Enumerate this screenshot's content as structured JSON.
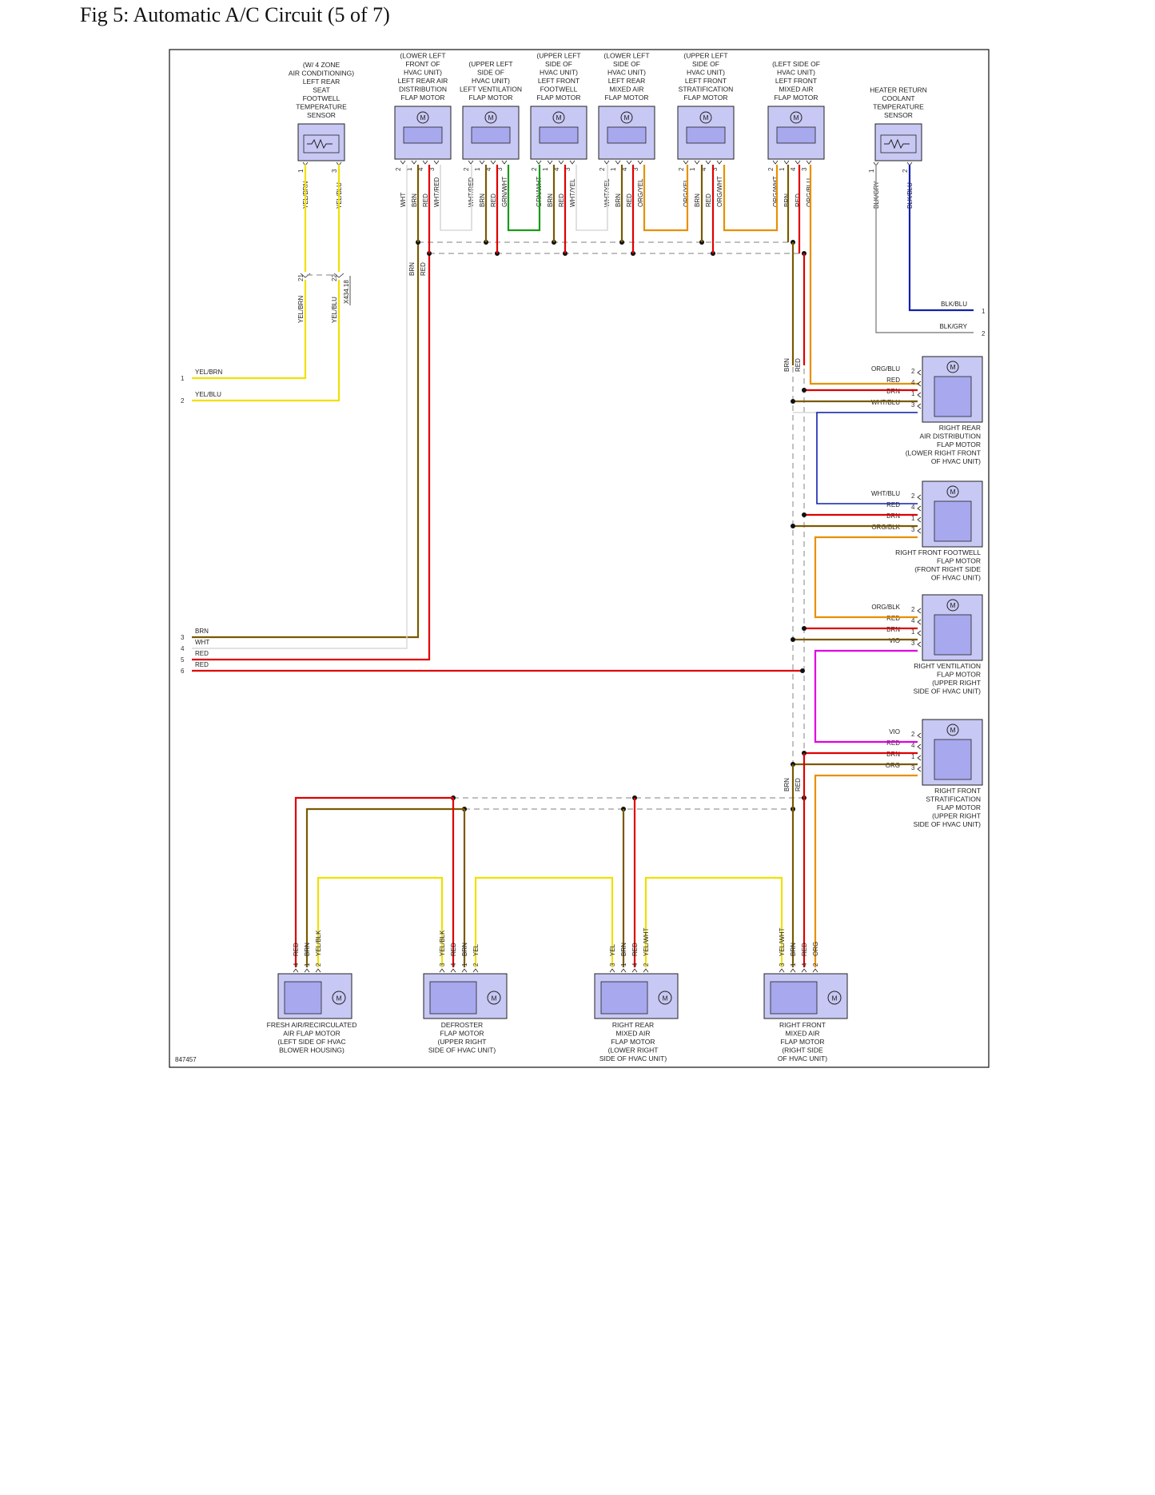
{
  "title": "Fig 5: Automatic A/C Circuit (5 of 7)",
  "figure_id": "847457",
  "connector_label": "X434.18",
  "colors": {
    "RED": "#e00000",
    "BRN": "#7a5a00",
    "WHT": "#d8d8d8",
    "YEL": "#f0e000",
    "GRN": "#1a9a1a",
    "ORG": "#e89000",
    "VIO": "#e000e0",
    "BLU": "#1020b0",
    "BLK": "#111111",
    "GRY": "#888888",
    "motor_fill": "#c8c8f4",
    "motor_fill_dark": "#a8a8ee"
  },
  "top_components": [
    {
      "lines": [
        "(W/ 4 ZONE",
        "AIR CONDITIONING)",
        "LEFT REAR",
        "SEAT",
        "FOOTWELL",
        "TEMPERATURE",
        "SENSOR"
      ],
      "kind": "sensor",
      "pins": [
        [
          "1",
          "YEL/BRN"
        ],
        [
          "3",
          "YEL/BLU"
        ]
      ]
    },
    {
      "lines": [
        "(LOWER LEFT",
        "FRONT OF",
        "HVAC UNIT)",
        "LEFT REAR AIR",
        "DISTRIBUTION",
        "FLAP MOTOR"
      ],
      "kind": "motor",
      "pins": [
        [
          "2",
          "WHT"
        ],
        [
          "1",
          "BRN"
        ],
        [
          "4",
          "RED"
        ],
        [
          "3",
          "WHT/RED"
        ]
      ]
    },
    {
      "lines": [
        "(UPPER LEFT",
        "SIDE OF",
        "HVAC UNIT)",
        "LEFT VENTILATION",
        "FLAP MOTOR"
      ],
      "kind": "motor",
      "pins": [
        [
          "2",
          "WHT/RED"
        ],
        [
          "1",
          "BRN"
        ],
        [
          "4",
          "RED"
        ],
        [
          "3",
          "GRN/WHT"
        ]
      ]
    },
    {
      "lines": [
        "(UPPER LEFT",
        "SIDE OF",
        "HVAC UNIT)",
        "LEFT FRONT",
        "FOOTWELL",
        "FLAP MOTOR"
      ],
      "kind": "motor",
      "pins": [
        [
          "2",
          "GRN/WHT"
        ],
        [
          "1",
          "BRN"
        ],
        [
          "4",
          "RED"
        ],
        [
          "3",
          "WHT/YEL"
        ]
      ]
    },
    {
      "lines": [
        "(LOWER LEFT",
        "SIDE OF",
        "HVAC UNIT)",
        "LEFT REAR",
        "MIXED AIR",
        "FLAP MOTOR"
      ],
      "kind": "motor",
      "pins": [
        [
          "2",
          "WHT/YEL"
        ],
        [
          "1",
          "BRN"
        ],
        [
          "4",
          "RED"
        ],
        [
          "3",
          "ORG/YEL"
        ]
      ]
    },
    {
      "lines": [
        "(UPPER LEFT",
        "SIDE OF",
        "HVAC UNIT)",
        "LEFT FRONT",
        "STRATIFICATION",
        "FLAP MOTOR"
      ],
      "kind": "motor",
      "pins": [
        [
          "2",
          "ORG/YEL"
        ],
        [
          "1",
          "BRN"
        ],
        [
          "4",
          "RED"
        ],
        [
          "3",
          "ORG/WHT"
        ]
      ]
    },
    {
      "lines": [
        "(LEFT SIDE OF",
        "HVAC UNIT)",
        "LEFT FRONT",
        "MIXED AIR",
        "FLAP MOTOR"
      ],
      "kind": "motor",
      "pins": [
        [
          "2",
          "ORG/WHT"
        ],
        [
          "1",
          "BRN"
        ],
        [
          "4",
          "RED"
        ],
        [
          "3",
          "ORG/BLU"
        ]
      ]
    },
    {
      "lines": [
        "HEATER RETURN",
        "COOLANT",
        "TEMPERATURE",
        "SENSOR"
      ],
      "kind": "sensor",
      "pins": [
        [
          "1",
          "BLK/GRY"
        ],
        [
          "2",
          "BLK/BLU"
        ]
      ]
    }
  ],
  "sensor_connector_pins": [
    [
      "21",
      "YEL/BRN"
    ],
    [
      "22",
      "YEL/BLU"
    ]
  ],
  "right_components": [
    {
      "lines": [
        "RIGHT REAR",
        "AIR DISTRIBUTION",
        "FLAP MOTOR",
        "(LOWER RIGHT FRONT",
        "OF HVAC UNIT)"
      ],
      "pins": [
        [
          "ORG/BLU",
          "2"
        ],
        [
          "RED",
          "4"
        ],
        [
          "BRN",
          "1"
        ],
        [
          "WHT/BLU",
          "3"
        ]
      ]
    },
    {
      "lines": [
        "RIGHT FRONT FOOTWELL",
        "FLAP MOTOR",
        "(FRONT RIGHT SIDE",
        "OF HVAC UNIT)"
      ],
      "pins": [
        [
          "WHT/BLU",
          "2"
        ],
        [
          "RED",
          "4"
        ],
        [
          "BRN",
          "1"
        ],
        [
          "ORG/BLK",
          "3"
        ]
      ]
    },
    {
      "lines": [
        "RIGHT VENTILATION",
        "FLAP MOTOR",
        "(UPPER RIGHT",
        "SIDE OF HVAC UNIT)"
      ],
      "pins": [
        [
          "ORG/BLK",
          "2"
        ],
        [
          "RED",
          "4"
        ],
        [
          "BRN",
          "1"
        ],
        [
          "VIO",
          "3"
        ]
      ]
    },
    {
      "lines": [
        "RIGHT FRONT",
        "STRATIFICATION",
        "FLAP MOTOR",
        "(UPPER RIGHT",
        "SIDE OF HVAC UNIT)"
      ],
      "pins": [
        [
          "VIO",
          "2"
        ],
        [
          "RED",
          "4"
        ],
        [
          "BRN",
          "1"
        ],
        [
          "ORG",
          "3"
        ]
      ]
    }
  ],
  "right_edge_terminals": [
    [
      "BLK/BLU",
      "1"
    ],
    [
      "BLK/GRY",
      "2"
    ]
  ],
  "left_terminals": [
    [
      "1",
      "YEL/BRN"
    ],
    [
      "2",
      "YEL/BLU"
    ],
    [
      "3",
      "BRN"
    ],
    [
      "4",
      "WHT"
    ],
    [
      "5",
      "RED"
    ],
    [
      "6",
      "RED"
    ]
  ],
  "bottom_components": [
    {
      "lines": [
        "FRESH AIR/RECIRCULATED",
        "AIR FLAP MOTOR",
        "(LEFT SIDE OF HVAC",
        "BLOWER HOUSING)"
      ],
      "pins": [
        [
          "4",
          "RED"
        ],
        [
          "1",
          "BRN"
        ],
        [
          "2",
          "YEL/BLK"
        ]
      ]
    },
    {
      "lines": [
        "DEFROSTER",
        "FLAP MOTOR",
        "(UPPER RIGHT",
        "SIDE OF HVAC UNIT)"
      ],
      "pins": [
        [
          "3",
          "YEL/BLK"
        ],
        [
          "4",
          "RED"
        ],
        [
          "1",
          "BRN"
        ],
        [
          "2",
          "YEL"
        ]
      ]
    },
    {
      "lines": [
        "RIGHT REAR",
        "MIXED AIR",
        "FLAP MOTOR",
        "(LOWER RIGHT",
        "SIDE OF HVAC UNIT)"
      ],
      "pins": [
        [
          "3",
          "YEL"
        ],
        [
          "1",
          "BRN"
        ],
        [
          "4",
          "RED"
        ],
        [
          "2",
          "YEL/WHT"
        ]
      ]
    },
    {
      "lines": [
        "RIGHT FRONT",
        "MIXED AIR",
        "FLAP MOTOR",
        "(RIGHT SIDE",
        "OF HVAC UNIT)"
      ],
      "pins": [
        [
          "3",
          "YEL/WHT"
        ],
        [
          "1",
          "BRN"
        ],
        [
          "4",
          "RED"
        ],
        [
          "2",
          "ORG"
        ]
      ]
    }
  ],
  "bus_labels": {
    "brn": "BRN",
    "red": "RED"
  },
  "motor_symbol": "M"
}
